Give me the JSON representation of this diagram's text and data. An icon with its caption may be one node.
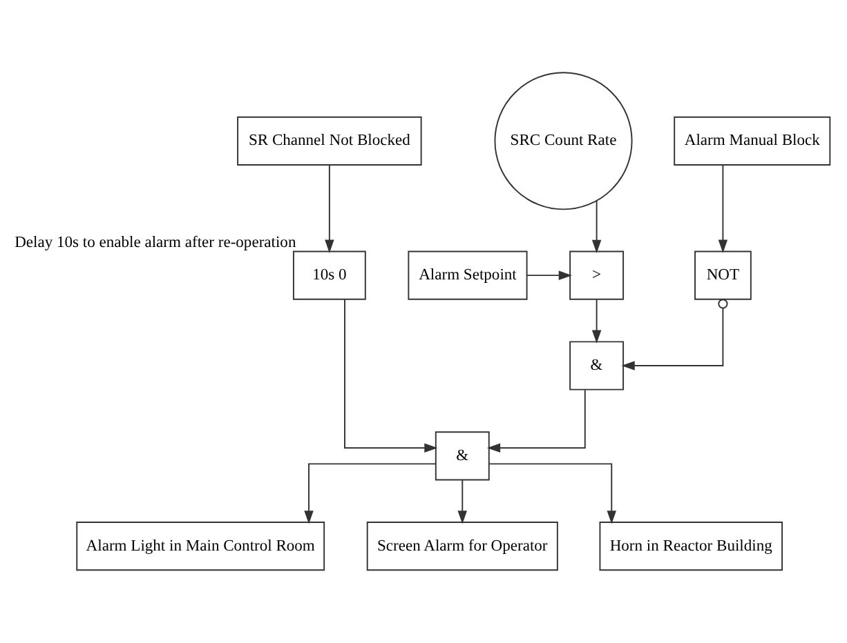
{
  "diagram": {
    "nodes": [
      {
        "text": [
          "SRC Count Rate"
        ]
      },
      {
        "text": [
          "Alarm Manual Block"
        ]
      },
      {
        "text": [
          "SR Channel Not Blocked"
        ]
      },
      {
        "text": [
          "Alarm Setpoint"
        ]
      },
      {
        "text": [
          ">"
        ]
      },
      {
        "text": [
          "NOT"
        ]
      },
      {
        "text": [
          "10s 0"
        ],
        "beside": [
          "Delay 10s to enable alarm after re-operation"
        ]
      },
      {
        "text": [
          "&"
        ]
      },
      {
        "text": [
          "&"
        ]
      },
      {
        "text": [
          "Alarm Light in Main Control Room"
        ]
      },
      {
        "text": [
          "Screen Alarm for Operator"
        ]
      },
      {
        "text": [
          "Horn in Reactor Building"
        ]
      }
    ],
    "edges": [
      {
        "from": 0,
        "to": 4,
        "arrow": "to"
      },
      {
        "from": 3,
        "to": 4,
        "arrow": "to"
      },
      {
        "from": 1,
        "to": 5,
        "arrow": "to"
      },
      {
        "from": 2,
        "to": 6,
        "arrow": "to"
      },
      {
        "from": 4,
        "to": 7,
        "arrow": "to"
      },
      {
        "from": 5,
        "to": 7,
        "arrow": "to"
      },
      {
        "from": 7,
        "to": 8,
        "arrow": "to"
      },
      {
        "from": 6,
        "to": 8,
        "arrow": "to"
      },
      {
        "from": 8,
        "to": 9,
        "arrow": "to"
      },
      {
        "from": 8,
        "to": 10,
        "arrow": "to"
      },
      {
        "from": 8,
        "to": 11,
        "arrow": "to"
      }
    ]
  }
}
